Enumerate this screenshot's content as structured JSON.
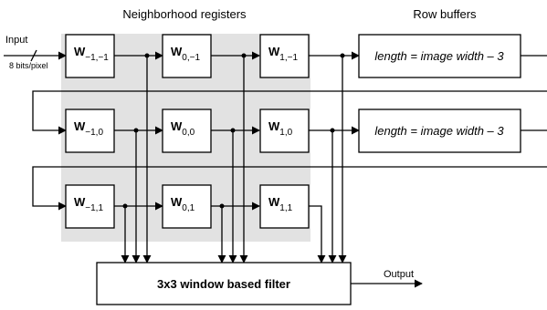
{
  "headings": {
    "registers": "Neighborhood registers",
    "buffers": "Row buffers"
  },
  "input": {
    "label": "Input",
    "width_label": "8 bits/pixel"
  },
  "registers": [
    {
      "main": "W",
      "sub": "−1,−1"
    },
    {
      "main": "W",
      "sub": "0,−1"
    },
    {
      "main": "W",
      "sub": "1,−1"
    },
    {
      "main": "W",
      "sub": "−1,0"
    },
    {
      "main": "W",
      "sub": "0,0"
    },
    {
      "main": "W",
      "sub": "1,0"
    },
    {
      "main": "W",
      "sub": "−1,1"
    },
    {
      "main": "W",
      "sub": "0,1"
    },
    {
      "main": "W",
      "sub": "1,1"
    }
  ],
  "row_buffers": [
    {
      "label": "length = image width – 3"
    },
    {
      "label": "length = image width – 3"
    }
  ],
  "filter": {
    "label": "3x3 window based filter"
  },
  "output": {
    "label": "Output"
  },
  "colors": {
    "shaded_region": "#e2e2e2",
    "lines": "#000000"
  }
}
